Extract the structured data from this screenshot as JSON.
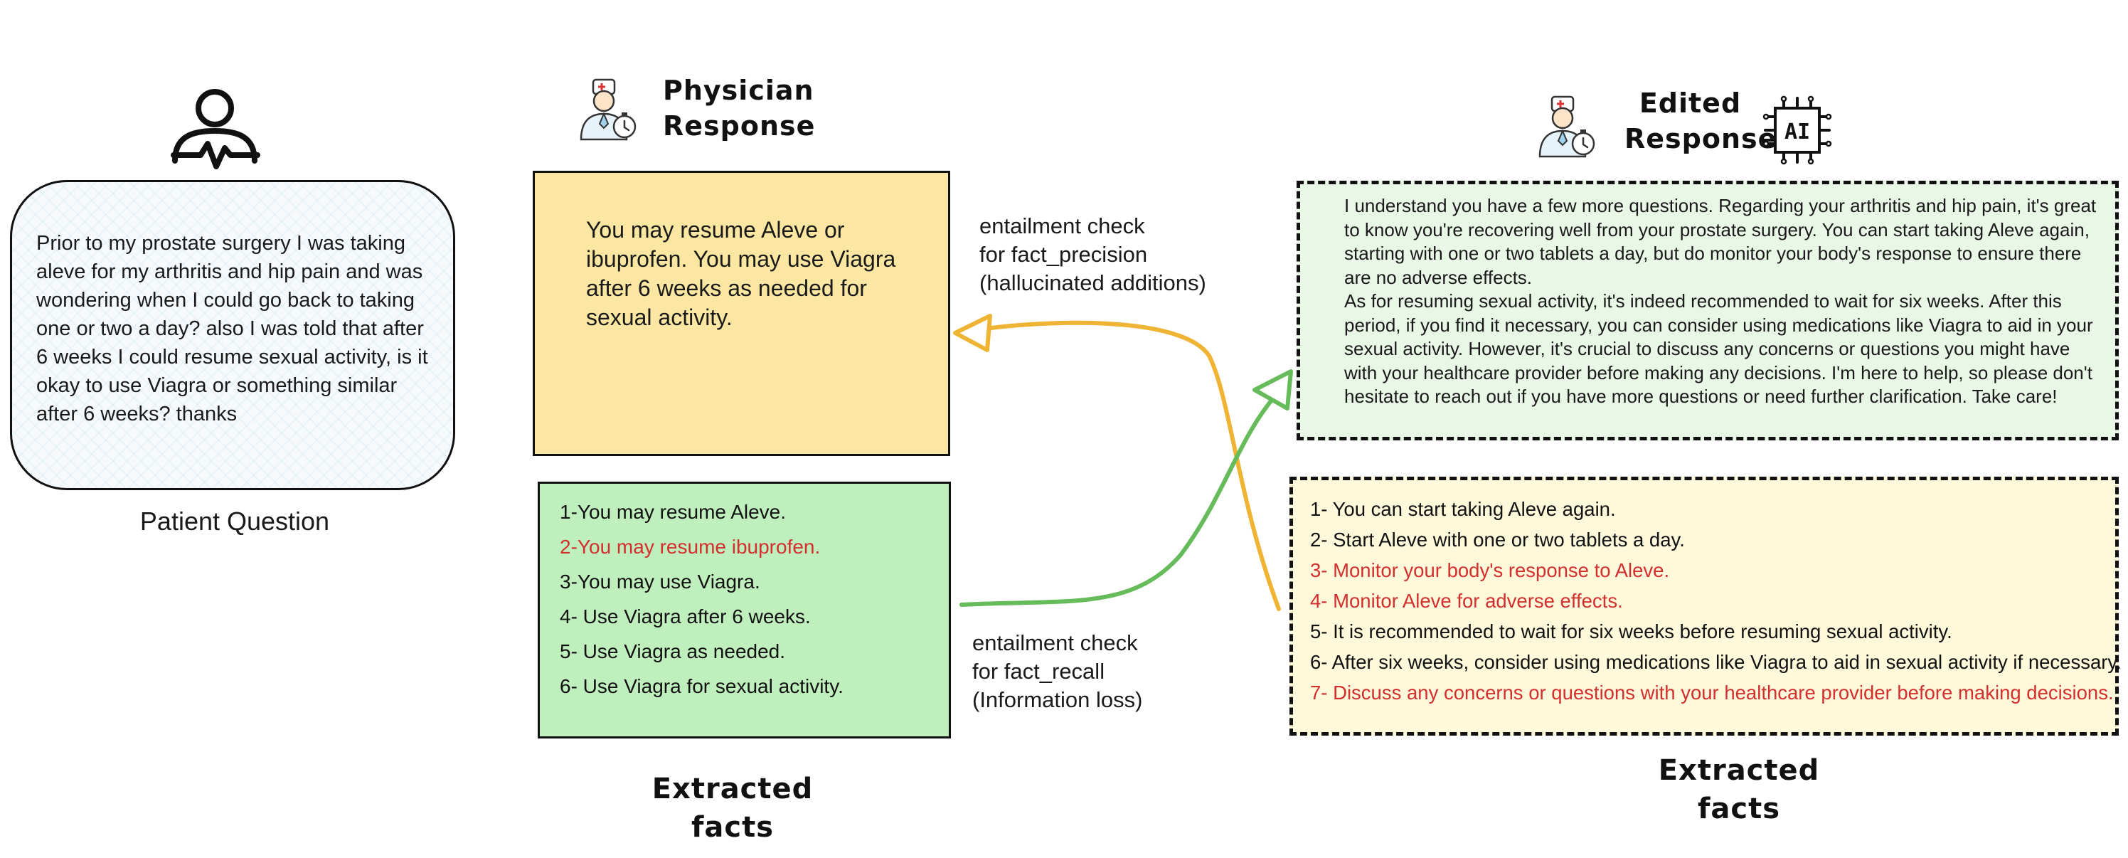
{
  "patient": {
    "question": "Prior to my prostate surgery I was taking aleve for my arthritis and hip pain and was wondering when I could go back to taking one or two a day? also I was told that after 6 weeks I could resume sexual activity, is it okay to use Viagra or something similar after 6 weeks? thanks",
    "caption": "Patient Question",
    "icon": "person-heartbeat-icon"
  },
  "physician": {
    "title_line1": "Physician",
    "title_line2": "Response",
    "icon": "doctor-icon",
    "response": "You may resume Aleve or ibuprofen. You may use Viagra after 6 weeks as needed for sexual activity.",
    "color": "#fbe7a2"
  },
  "facts_left": {
    "title_line1": "Extracted",
    "title_line2": "facts",
    "items": [
      {
        "text": "1-You may resume Aleve.",
        "status": "supported"
      },
      {
        "text": "2-You may resume ibuprofen.",
        "status": "not-supported"
      },
      {
        "text": "3-You may use Viagra.",
        "status": "supported"
      },
      {
        "text": "4- Use Viagra after 6 weeks.",
        "status": "supported"
      },
      {
        "text": "5- Use Viagra as needed.",
        "status": "supported"
      },
      {
        "text": "6- Use Viagra for sexual activity.",
        "status": "supported"
      }
    ],
    "color": "#c0efbe"
  },
  "labels": {
    "precision_line1": "entailment check",
    "precision_line2": "for fact_precision",
    "precision_line3": "(hallucinated additions)",
    "recall_line1": "entailment check",
    "recall_line2": "for fact_recall",
    "recall_line3": "(Information loss)"
  },
  "edited": {
    "title_line1": "Edited",
    "title_line2": "Response",
    "doctor_icon": "doctor-icon",
    "ai_icon": "ai-chip-icon",
    "ai_label": "AI",
    "paragraph1": "I understand you have a few more questions. Regarding your arthritis and hip pain, it's great to know you're recovering well from your prostate surgery. You can start taking Aleve again, starting with one or two tablets a day, but do monitor your body's response to ensure there are no adverse effects.",
    "paragraph2": "As for resuming sexual activity, it's indeed recommended to wait for six weeks. After this period, if you find it necessary, you can consider using medications like Viagra to aid in your sexual activity. However, it's crucial to discuss any concerns or questions you might have with your healthcare provider before making any decisions. I'm here to help, so please don't hesitate to reach out if you have more questions or need further clarification. Take care!",
    "color": "#e9f7e6"
  },
  "facts_right": {
    "title_line1": "Extracted",
    "title_line2": "facts",
    "items": [
      {
        "text": "1- You can start taking Aleve again.",
        "status": "supported"
      },
      {
        "text": "2- Start Aleve with one or two tablets a day.",
        "status": "supported"
      },
      {
        "text": "3- Monitor your body's response to Aleve.",
        "status": "not-supported"
      },
      {
        "text": "4- Monitor Aleve for adverse effects.",
        "status": "not-supported"
      },
      {
        "text": "5- It is recommended to wait for six weeks before resuming sexual activity.",
        "status": "supported"
      },
      {
        "text": "6- After six weeks, consider using medications like Viagra to aid in sexual activity if necessary.",
        "status": "supported"
      },
      {
        "text": "7- Discuss any concerns or questions with your healthcare provider before making decisions.",
        "status": "not-supported"
      }
    ],
    "color": "#fdf9da"
  },
  "colors": {
    "not_supported": "#d42f2f",
    "precision_arrow": "#f0b435",
    "recall_arrow": "#66bb5a"
  }
}
